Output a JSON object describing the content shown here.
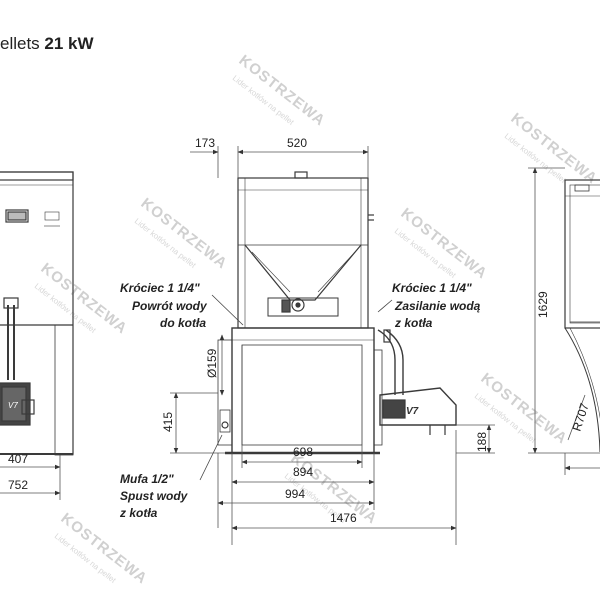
{
  "title": {
    "prefix": "ellets",
    "power": "21 kW"
  },
  "watermark": {
    "brand": "KOSTRZEWA",
    "tagline": "Lider kotłów na pellet"
  },
  "dimensions": {
    "d173": "173",
    "d520": "520",
    "d407": "407",
    "d752": "752",
    "d698": "698",
    "d894": "894",
    "d994": "994",
    "d1476": "1476",
    "d1629": "1629",
    "d415": "415",
    "d188": "188",
    "d159": "Ø159",
    "r707": "R707"
  },
  "labels": {
    "return_line1": "Króciec 1 1/4\"",
    "return_line2": "Powrót wody",
    "return_line3": "do kotła",
    "supply_line1": "Króciec 1 1/4\"",
    "supply_line2": "Zasilanie wodą",
    "supply_line3": "z kotła",
    "drain_line1": "Mufa 1/2\"",
    "drain_line2": "Spust wody",
    "drain_line3": "z kotła"
  },
  "colors": {
    "line": "#3a3a3a",
    "dim_line": "#555555",
    "watermark": "#d0d0d0"
  }
}
